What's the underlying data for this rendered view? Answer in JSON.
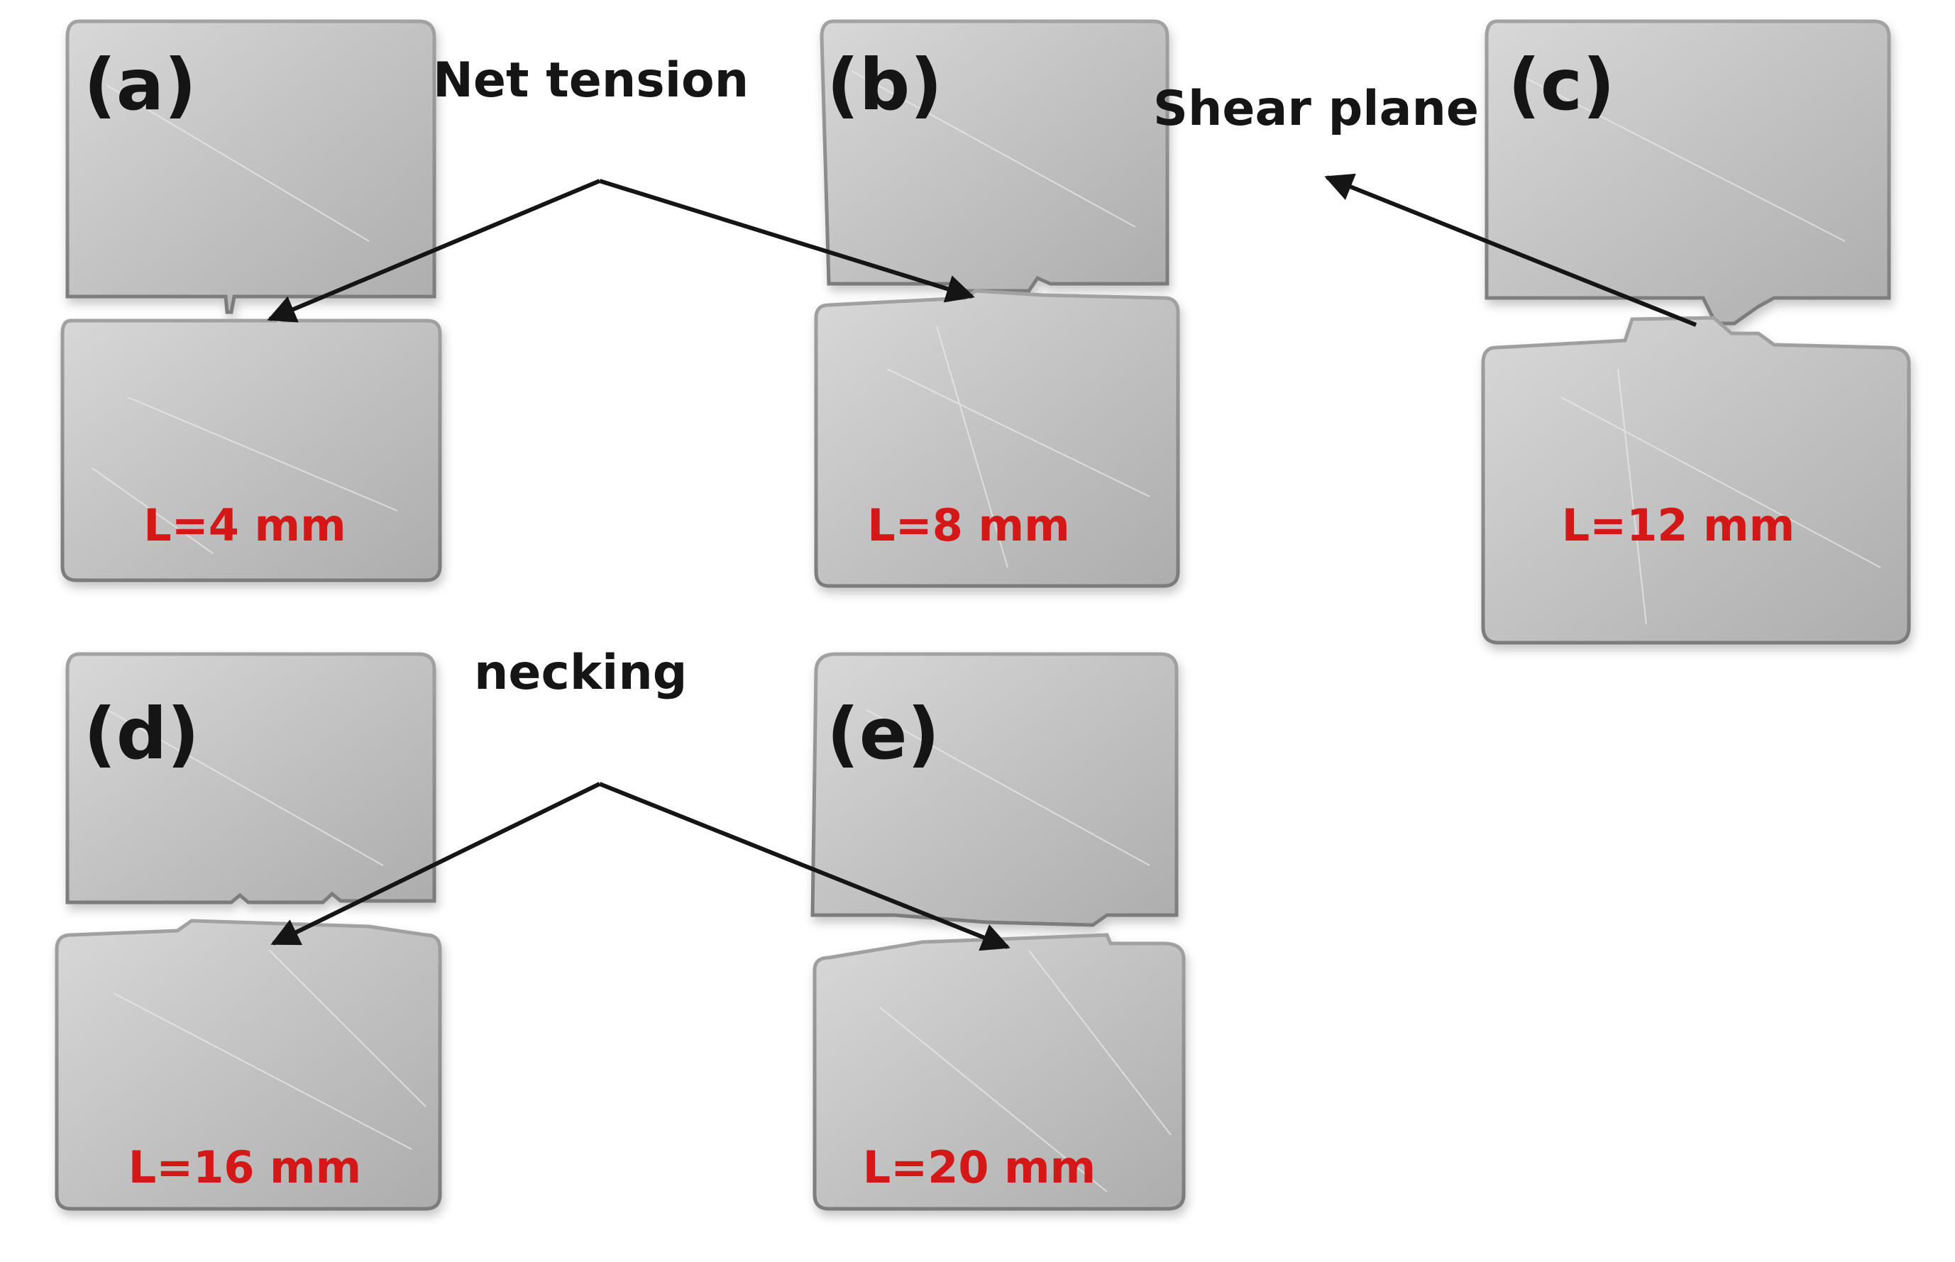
{
  "figure": {
    "panels": [
      {
        "id": "a",
        "label": "(a)",
        "length": "L=4 mm"
      },
      {
        "id": "b",
        "label": "(b)",
        "length": "L=8 mm"
      },
      {
        "id": "c",
        "label": "(c)",
        "length": "L=12 mm"
      },
      {
        "id": "d",
        "label": "(d)",
        "length": "L=16 mm"
      },
      {
        "id": "e",
        "label": "(e)",
        "length": "L=20 mm"
      }
    ],
    "callouts": {
      "net_tension": "Net tension",
      "shear_plane": "Shear plane",
      "necking": "necking"
    }
  },
  "colors": {
    "background": "#ffffff",
    "specimen_surface": "#c4c4c4",
    "specimen_edge": "#8e8e8e",
    "length_label": "#d41818",
    "annotation_text": "#151515"
  }
}
